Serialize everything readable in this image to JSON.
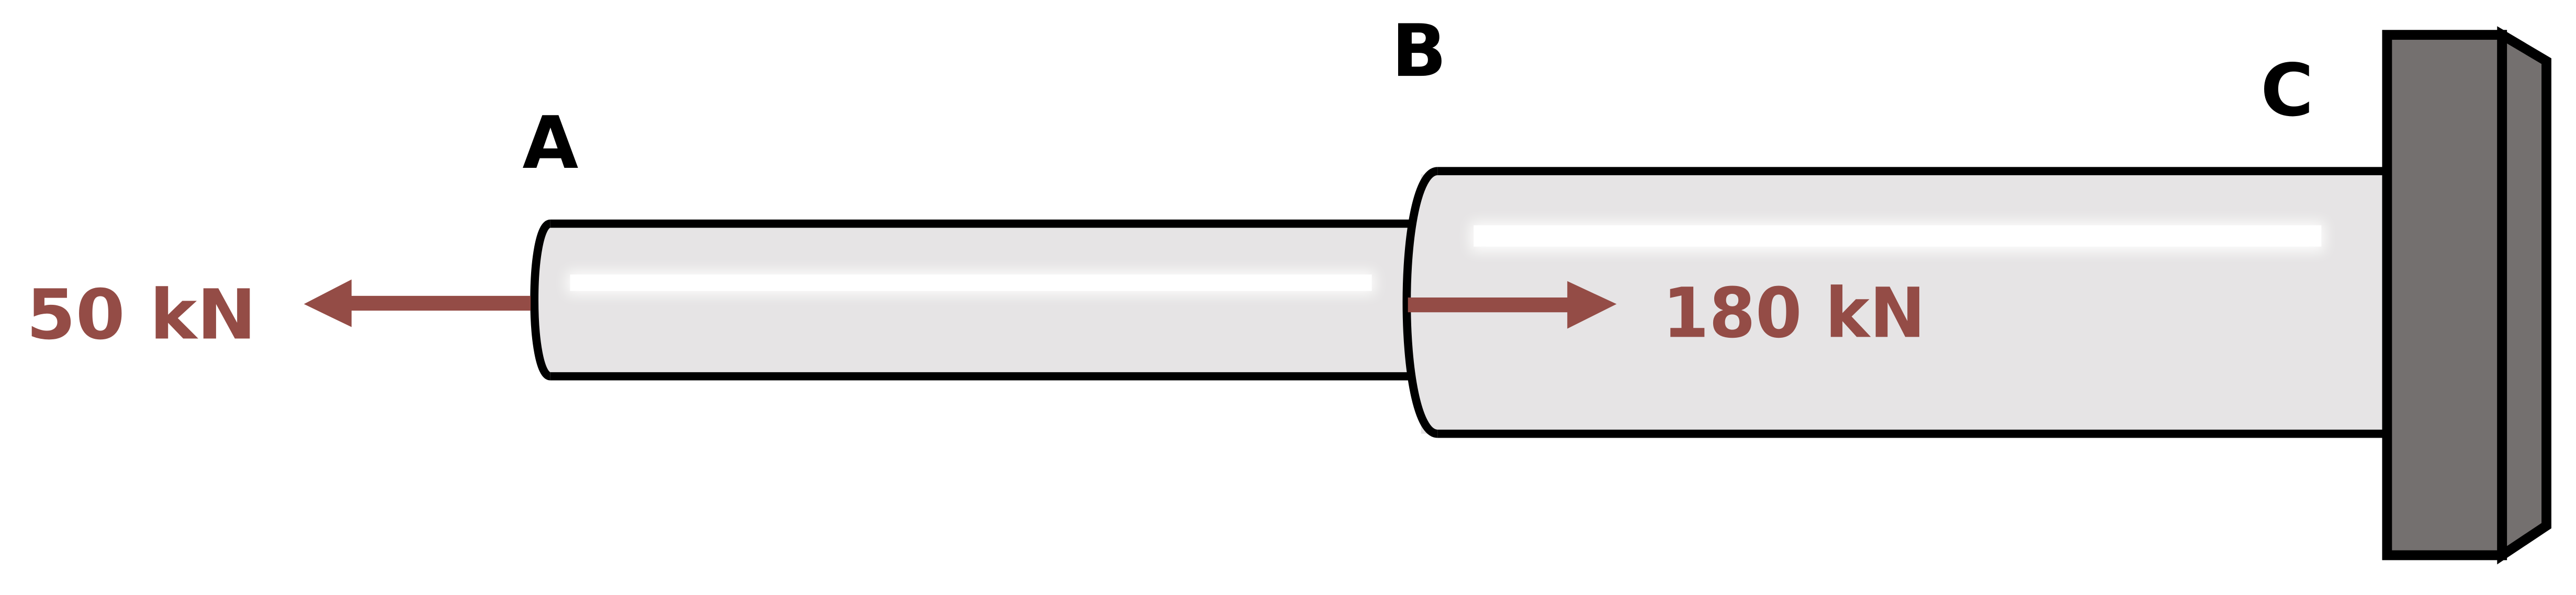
{
  "diagram": {
    "type": "stepped-bar-axial-load",
    "points": [
      {
        "id": "A",
        "label": "A"
      },
      {
        "id": "B",
        "label": "B"
      },
      {
        "id": "C",
        "label": "C"
      }
    ],
    "loads": [
      {
        "at": "A",
        "label": "50 kN",
        "direction": "left"
      },
      {
        "at": "B",
        "label": "180 kN",
        "direction": "right"
      }
    ],
    "segments": [
      {
        "from": "A",
        "to": "B",
        "size": "small diameter"
      },
      {
        "from": "B",
        "to": "C",
        "size": "large diameter"
      }
    ],
    "support": {
      "at": "C",
      "type": "fixed wall"
    },
    "colors": {
      "load": "#944c46",
      "bar_fill": "#e6e4e5",
      "wall_fill": "#74706f",
      "outline": "#000000"
    }
  }
}
